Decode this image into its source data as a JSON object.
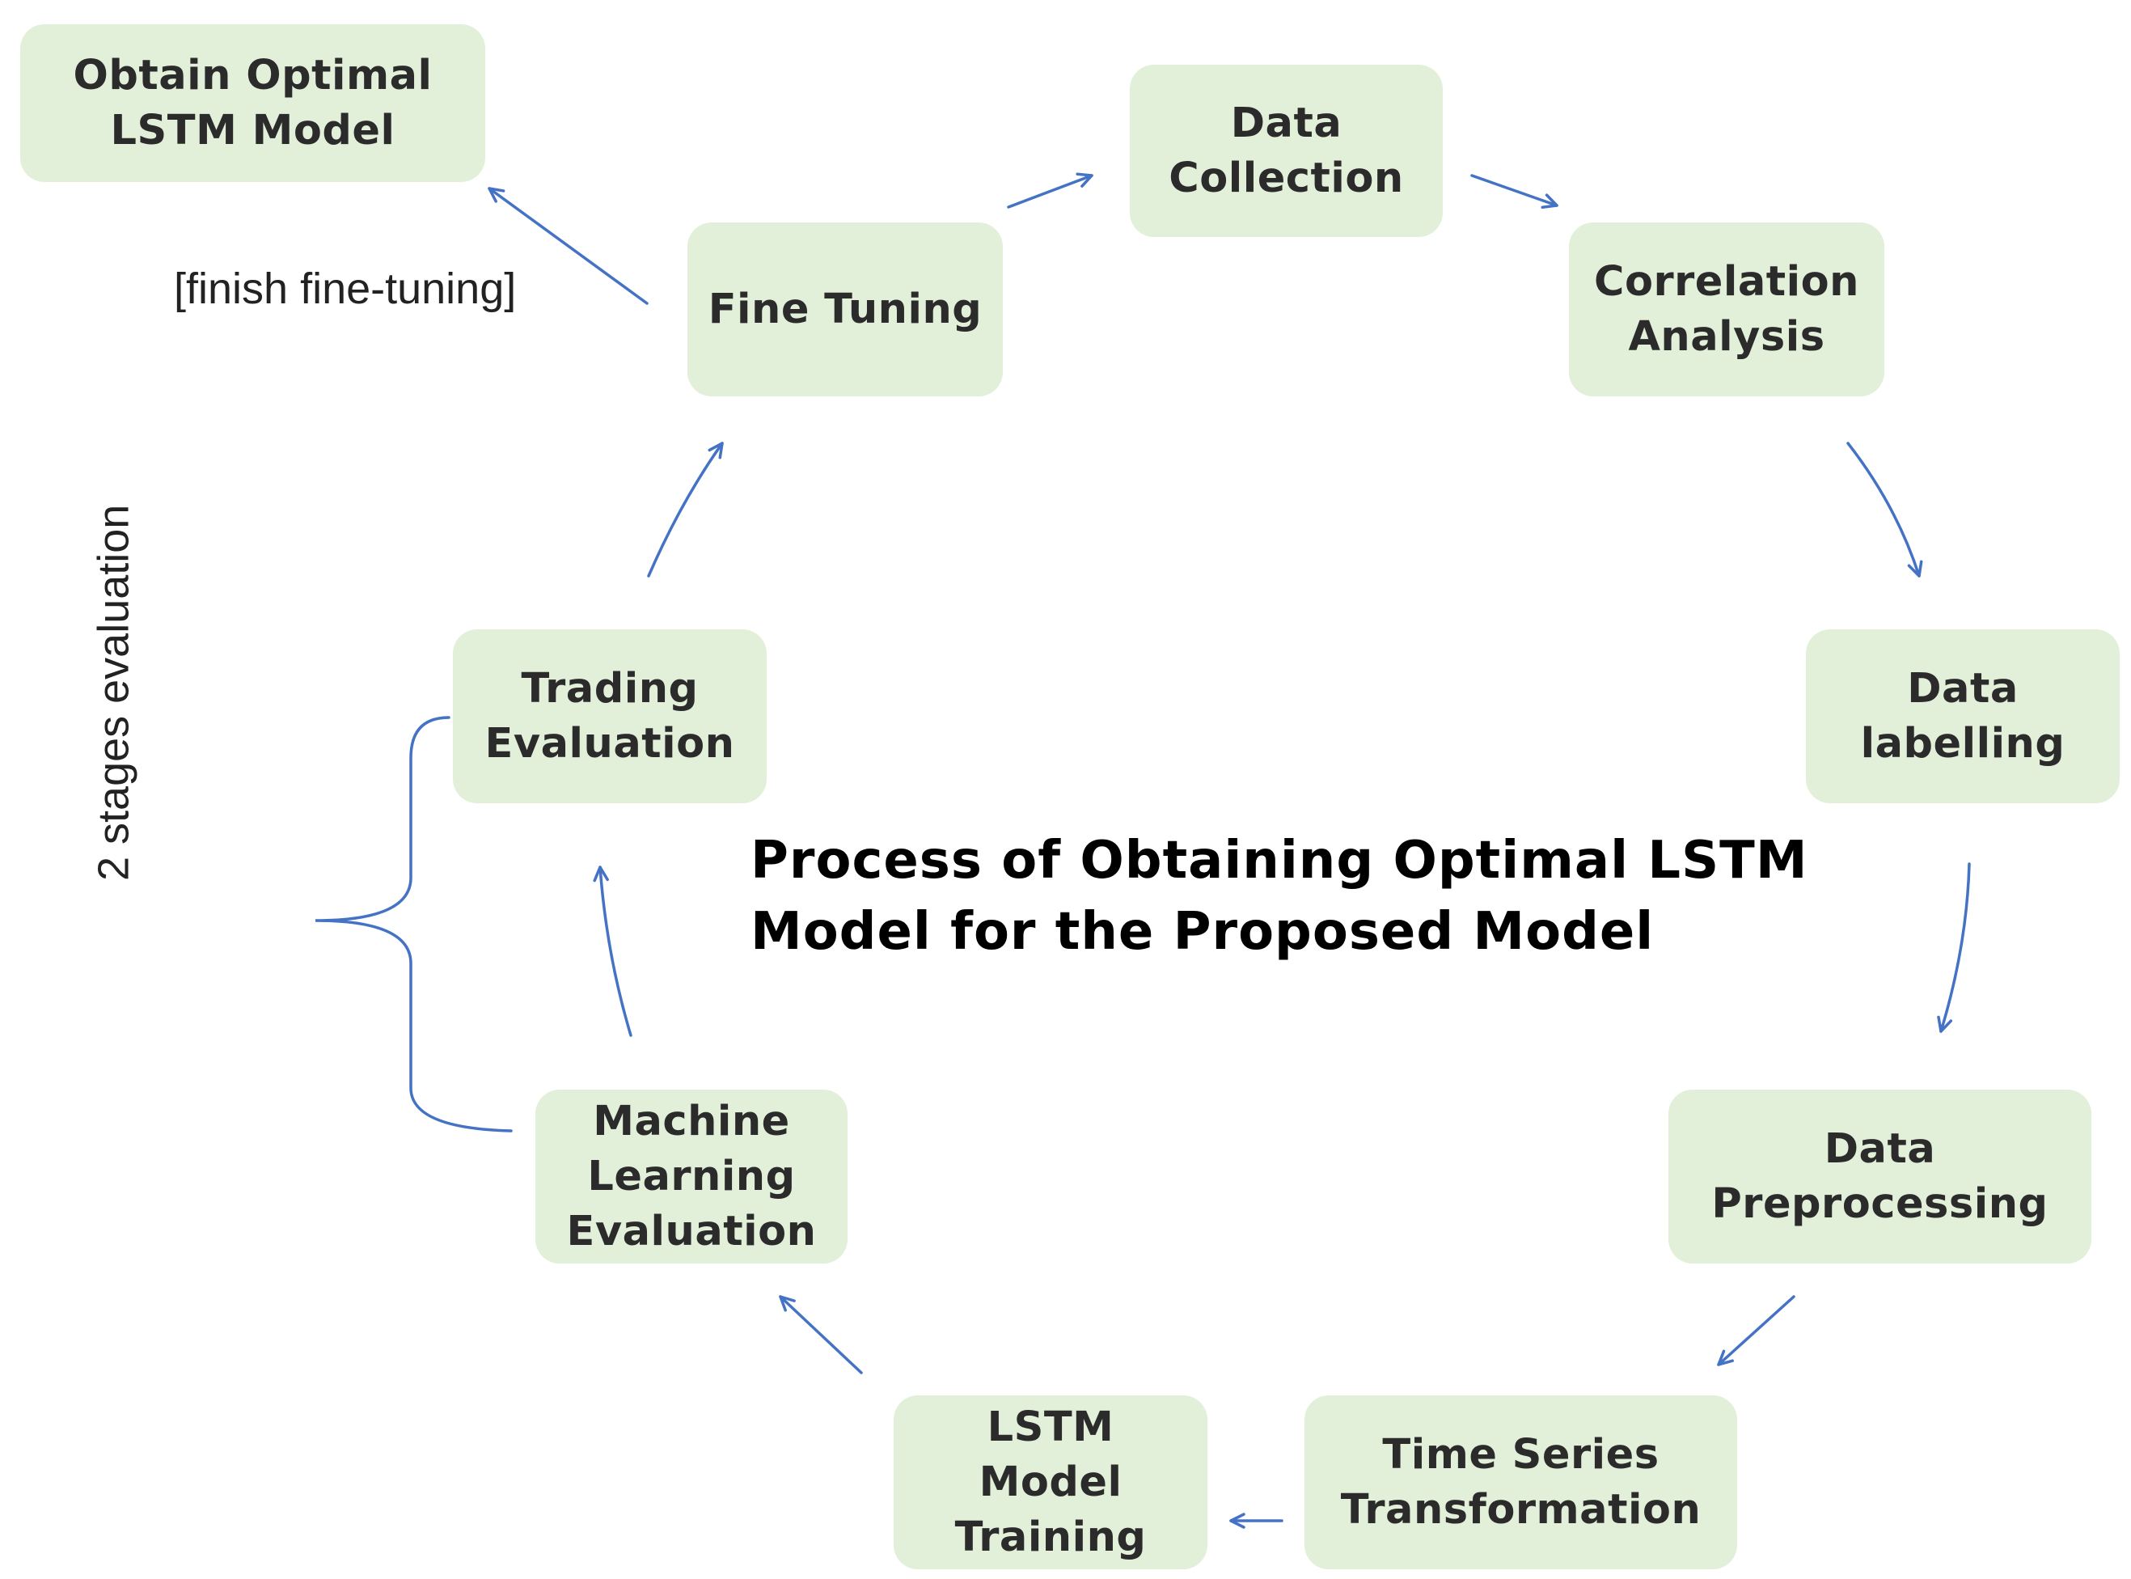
{
  "diagram": {
    "title_lines": [
      "Process of Obtaining Optimal LSTM",
      "Model for the Proposed Model"
    ],
    "nodes": {
      "obtain_optimal": {
        "lines": [
          "Obtain Optimal",
          "LSTM Model"
        ]
      },
      "data_collection": {
        "lines": [
          "Data",
          "Collection"
        ]
      },
      "fine_tuning": {
        "lines": [
          "Fine Tuning"
        ]
      },
      "correlation_analysis": {
        "lines": [
          "Correlation",
          "Analysis"
        ]
      },
      "data_labelling": {
        "lines": [
          "Data",
          "labelling"
        ]
      },
      "trading_evaluation": {
        "lines": [
          "Trading",
          "Evaluation"
        ]
      },
      "data_preprocessing": {
        "lines": [
          "Data",
          "Preprocessing"
        ]
      },
      "ml_evaluation": {
        "lines": [
          "Machine",
          "Learning",
          "Evaluation"
        ]
      },
      "lstm_training": {
        "lines": [
          "LSTM",
          "Model",
          "Training"
        ]
      },
      "time_series": {
        "lines": [
          "Time Series",
          "Transformation"
        ]
      }
    },
    "annotations": {
      "finish_label": "[finish fine-tuning]",
      "stages_label": "2 stages evaluation"
    },
    "colors": {
      "node_fill": "#e2efd9",
      "arrow": "#4472c4",
      "node_text": "#2b2b2b"
    }
  }
}
